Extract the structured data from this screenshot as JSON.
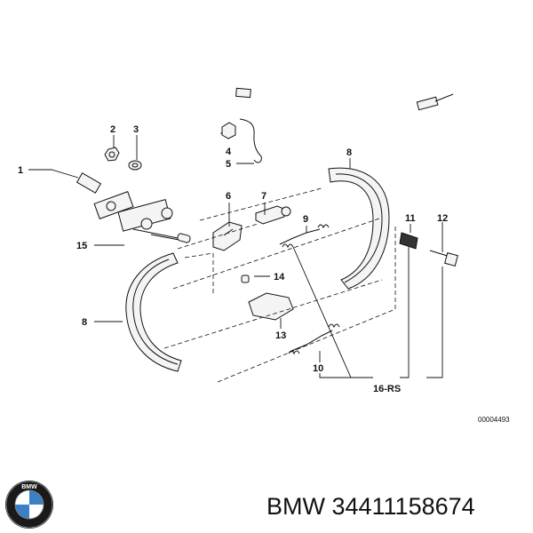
{
  "diagram": {
    "labels": {
      "p1": "1",
      "p2": "2",
      "p3": "3",
      "p4": "4",
      "p5": "5",
      "p6": "6",
      "p7": "7",
      "p8_top": "8",
      "p8_left": "8",
      "p9": "9",
      "p10": "10",
      "p11": "11",
      "p12": "12",
      "p13": "13",
      "p14": "14",
      "p15": "15",
      "p16rs": "16-RS"
    },
    "drawing_number": "00004493"
  },
  "caption": {
    "brand": "BMW",
    "part_number": "34411158674",
    "text": "BMW 34411158674"
  },
  "logo": {
    "name": "bmw-logo",
    "colors": {
      "ring": "#1a1a1a",
      "blue": "#3b7fc4",
      "white": "#ffffff"
    }
  }
}
